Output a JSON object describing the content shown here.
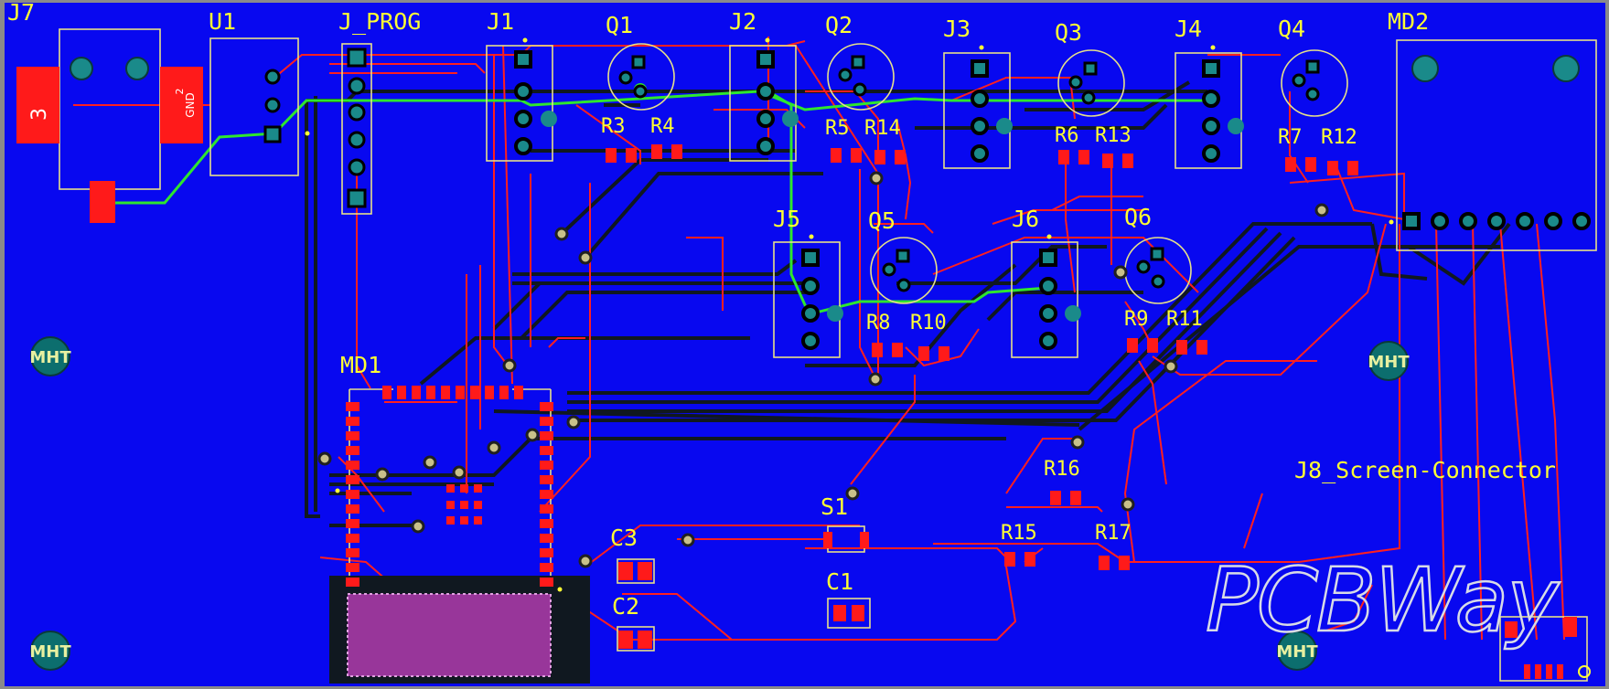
{
  "colors": {
    "board": "#0808f0",
    "frame": "#8a8a8a",
    "silkscreen": "#ffff33",
    "top_copper": "#ff1f1f",
    "bottom_copper": "#101820",
    "selected_net": "#2ee62e",
    "via": "#c8c08a",
    "pad": "#1a8a8a"
  },
  "connectors": {
    "j7": "J7",
    "u1": "U1",
    "j_prog": "J_PROG",
    "j1": "J1",
    "j2": "J2",
    "j3": "J3",
    "j4": "J4",
    "j5": "J5",
    "j6": "J6",
    "md1": "MD1",
    "md2": "MD2",
    "j8": "J8_Screen-Connector"
  },
  "transistors": {
    "q1": "Q1",
    "q2": "Q2",
    "q3": "Q3",
    "q4": "Q4",
    "q5": "Q5",
    "q6": "Q6"
  },
  "resistors": {
    "r3": "R3",
    "r4": "R4",
    "r5": "R5",
    "r14": "R14",
    "r6": "R6",
    "r13": "R13",
    "r7": "R7",
    "r12": "R12",
    "r8": "R8",
    "r10": "R10",
    "r9": "R9",
    "r11": "R11",
    "r16": "R16",
    "r15": "R15",
    "r17": "R17"
  },
  "others": {
    "s1": "S1",
    "c1": "C1",
    "c2": "C2",
    "c3": "C3"
  },
  "j7_pads": {
    "pad3": "3",
    "pad2_num": "2",
    "pad2_net": "GND"
  },
  "mounting_holes": {
    "label": "MHT"
  },
  "watermark": "PCBWay"
}
